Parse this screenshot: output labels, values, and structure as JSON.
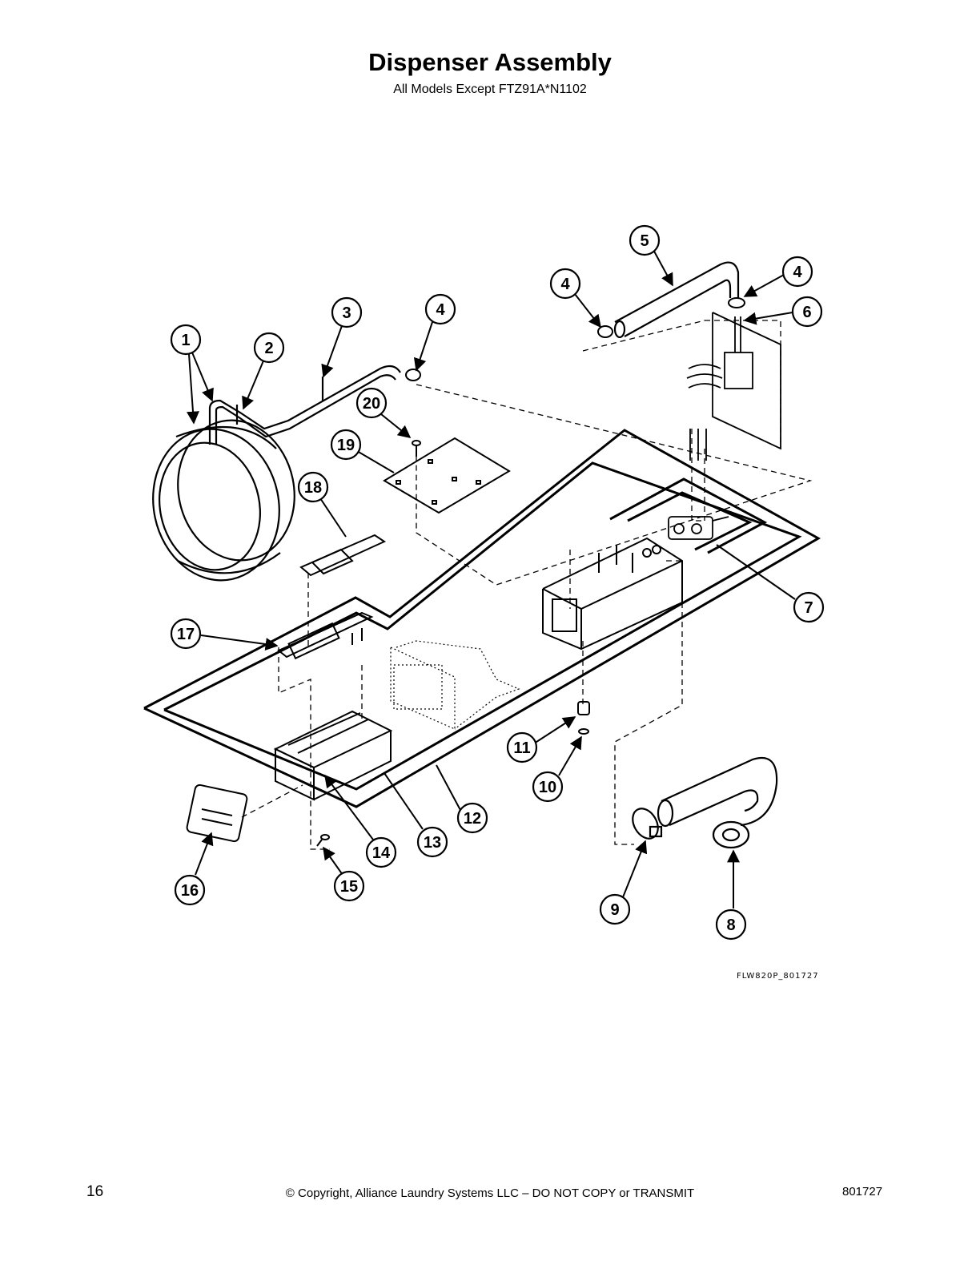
{
  "header": {
    "title": "Dispenser Assembly",
    "subtitle": "All Models Except FTZ91A*N1102"
  },
  "callouts": [
    {
      "id": "c1",
      "label": "1"
    },
    {
      "id": "c2",
      "label": "2"
    },
    {
      "id": "c3",
      "label": "3"
    },
    {
      "id": "c4a",
      "label": "4"
    },
    {
      "id": "c4b",
      "label": "4"
    },
    {
      "id": "c4c",
      "label": "4"
    },
    {
      "id": "c5",
      "label": "5"
    },
    {
      "id": "c6",
      "label": "6"
    },
    {
      "id": "c7",
      "label": "7"
    },
    {
      "id": "c8",
      "label": "8"
    },
    {
      "id": "c9",
      "label": "9"
    },
    {
      "id": "c10",
      "label": "10"
    },
    {
      "id": "c11",
      "label": "11"
    },
    {
      "id": "c12",
      "label": "12"
    },
    {
      "id": "c13",
      "label": "13"
    },
    {
      "id": "c14",
      "label": "14"
    },
    {
      "id": "c15",
      "label": "15"
    },
    {
      "id": "c16",
      "label": "16"
    },
    {
      "id": "c17",
      "label": "17"
    },
    {
      "id": "c18",
      "label": "18"
    },
    {
      "id": "c19",
      "label": "19"
    },
    {
      "id": "c20",
      "label": "20"
    }
  ],
  "drawing_code": "FLW820P_801727",
  "footer": {
    "page_number": "16",
    "copyright": "© Copyright, Alliance Laundry Systems LLC – DO NOT COPY or TRANSMIT",
    "doc_number": "801727"
  }
}
